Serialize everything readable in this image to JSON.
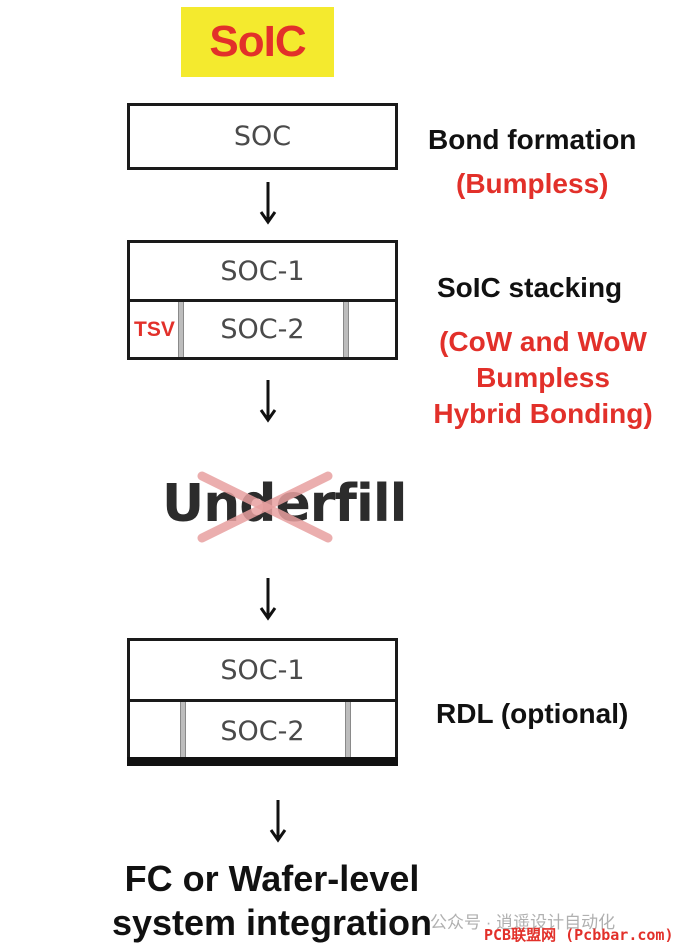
{
  "title": "SoIC",
  "step1": {
    "chip": "SOC",
    "label": "Bond formation",
    "sub": "(Bumpless)"
  },
  "step2": {
    "top_chip": "SOC-1",
    "bottom_chip": "SOC-2",
    "tsv": "TSV",
    "label": "SoIC stacking",
    "sub_lines": [
      "(CoW and WoW",
      "Bumpless",
      "Hybrid Bonding)"
    ]
  },
  "underfill": "Underfill",
  "step3": {
    "top_chip": "SOC-1",
    "bottom_chip": "SOC-2",
    "label": "RDL (optional)"
  },
  "final": {
    "lines": [
      "FC or Wafer-level",
      "system integration"
    ]
  },
  "watermark": {
    "wechat": "公众号 · 逍遥设计自动化",
    "site": "PCB联盟网 (Pcbbar.com)"
  },
  "colors": {
    "title_bg": "#f4ea2e",
    "accent_red": "#e2302a",
    "text_dark": "#111111"
  }
}
